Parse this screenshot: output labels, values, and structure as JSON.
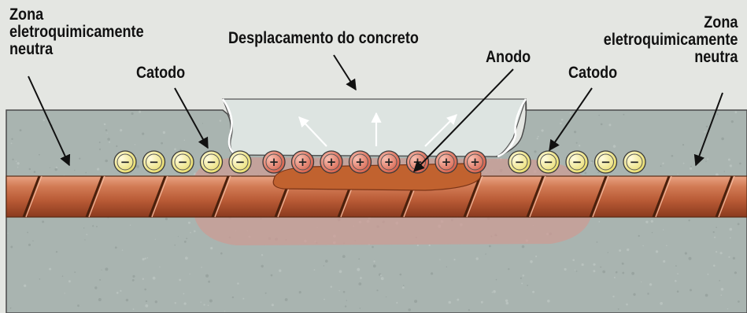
{
  "labels": {
    "neutral_left": [
      "Zona",
      "eletroquimicamente",
      "neutra"
    ],
    "cathode_left": "Catodo",
    "spalling": "Desplacamento do concreto",
    "anode": "Anodo",
    "cathode_right": "Catodo",
    "neutral_right": [
      "Zona",
      "eletroquimicamente",
      "neutra"
    ]
  },
  "ions": {
    "negative_symbol": "−",
    "positive_symbol": "+",
    "left_negative_count": 5,
    "positive_count": 8,
    "right_negative_count": 5
  },
  "colors": {
    "background": "#e4e6e2",
    "concrete": "#a9b4b0",
    "bar": "#c9704a",
    "corrosion": "#c1622f",
    "rust_stain": "#cf9a93",
    "negative_ion": "#f0ea84",
    "positive_ion": "#e0735f"
  }
}
